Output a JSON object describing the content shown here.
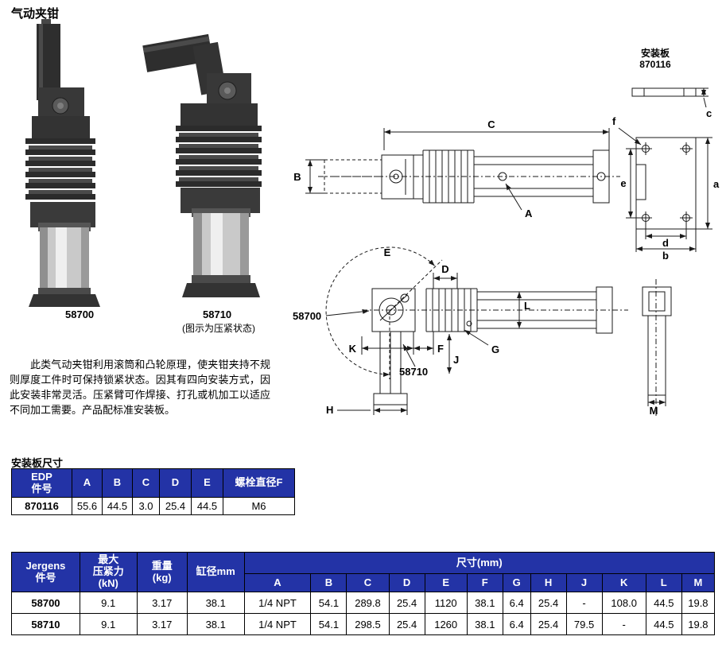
{
  "colors": {
    "table_header_blue": "#2333a6"
  },
  "page": {
    "title": "气动夹钳"
  },
  "products": {
    "left_label": "58700",
    "right_label": "58710",
    "caption": "(图示为压紧状态)",
    "description": "此类气动夹钳利用滚筒和凸轮原理，使夹钳夹持不规则厚度工件时可保持锁紧状态。因其有四向安装方式，因此安装非常灵活。压紧臂可作焊接、打孔或机加工以适应不同加工需要。产品配标准安装板。"
  },
  "drawing_top": {
    "plate_title": "安装板",
    "plate_number": "870116",
    "dim_A": "A",
    "dim_B": "B",
    "dim_C": "C",
    "dim_a": "a",
    "dim_b": "b",
    "dim_c": "c",
    "dim_d": "d",
    "dim_e": "e",
    "dim_f": "f"
  },
  "drawing_bottom": {
    "dim_D": "D",
    "dim_E": "E",
    "dim_F": "F",
    "dim_G": "G",
    "dim_H": "H",
    "dim_J": "J",
    "dim_K": "K",
    "dim_L": "L",
    "dim_M": "M",
    "label_58700": "58700",
    "label_58710": "58710"
  },
  "mount_table": {
    "title": "安装板尺寸",
    "header_edp_line1": "EDP",
    "header_edp_line2": "件号",
    "cols": [
      "A",
      "B",
      "C",
      "D",
      "E"
    ],
    "header_bolt": "螺栓直径F",
    "row": [
      "870116",
      "55.6",
      "44.5",
      "3.0",
      "25.4",
      "44.5",
      "M6"
    ]
  },
  "spec_table": {
    "header_part_line1": "Jergens",
    "header_part_line2": "件号",
    "header_force_line1": "最大",
    "header_force_line2": "压紧力",
    "header_force_line3": "(kN)",
    "header_weight_line1": "重量",
    "header_weight_line2": "(kg)",
    "header_bore": "缸径mm",
    "header_dims": "尺寸(mm)",
    "dim_cols": [
      "A",
      "B",
      "C",
      "D",
      "E",
      "F",
      "G",
      "H",
      "J",
      "K",
      "L",
      "M"
    ],
    "rows": [
      {
        "part": "58700",
        "force": "9.1",
        "weight": "3.17",
        "bore": "38.1",
        "dims": [
          "1/4 NPT",
          "54.1",
          "289.8",
          "25.4",
          "1120",
          "38.1",
          "6.4",
          "25.4",
          "-",
          "108.0",
          "44.5",
          "19.8"
        ]
      },
      {
        "part": "58710",
        "force": "9.1",
        "weight": "3.17",
        "bore": "38.1",
        "dims": [
          "1/4 NPT",
          "54.1",
          "298.5",
          "25.4",
          "1260",
          "38.1",
          "6.4",
          "25.4",
          "79.5",
          "-",
          "44.5",
          "19.8"
        ]
      }
    ]
  }
}
